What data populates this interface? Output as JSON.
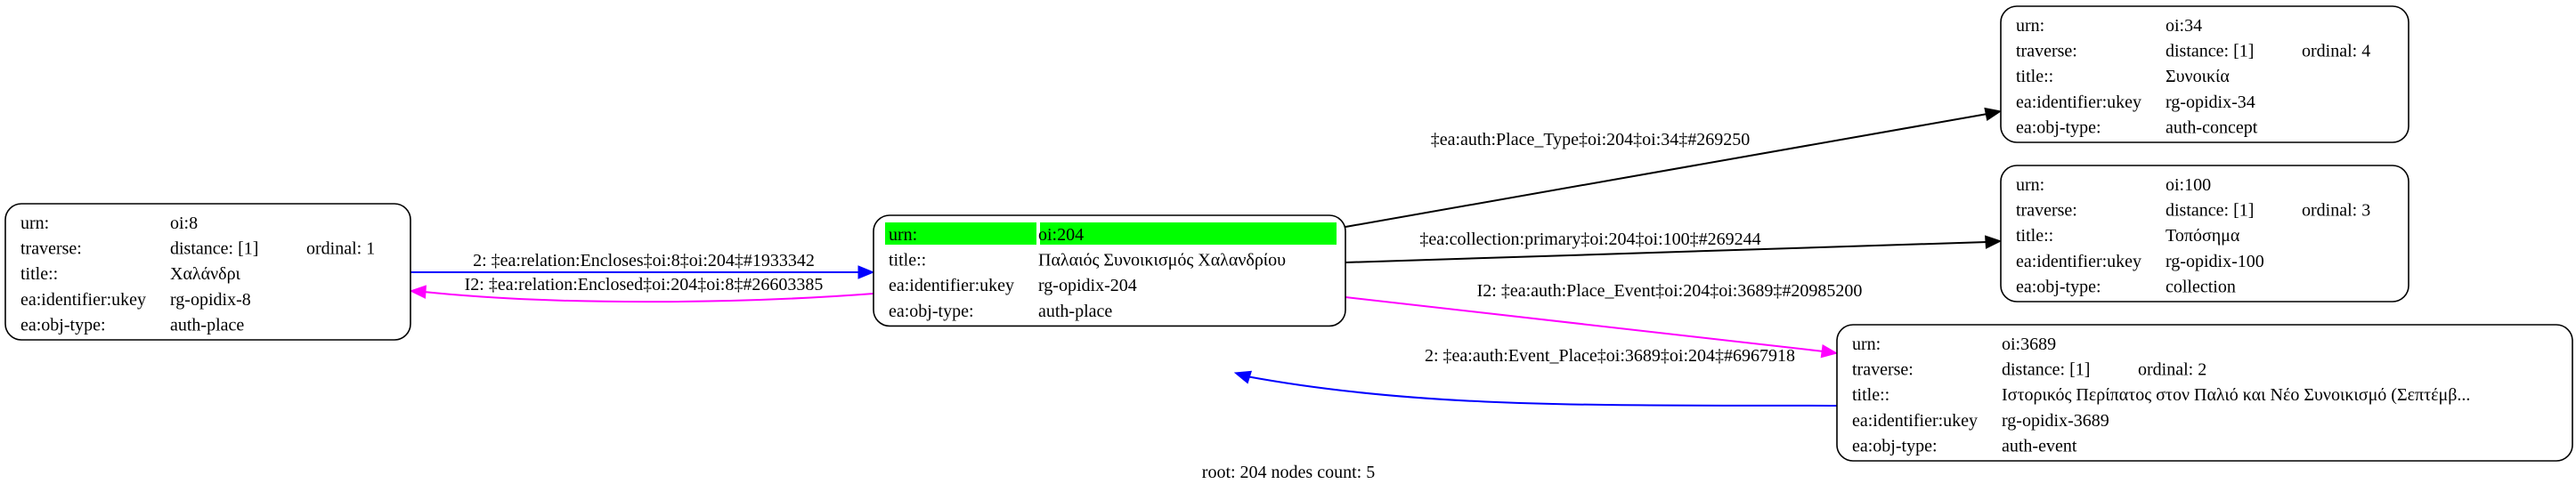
{
  "nodes": [
    {
      "id": "oi8",
      "highlight": false,
      "rows": [
        {
          "label": "urn:",
          "value": "oi:8"
        },
        {
          "label": "traverse:",
          "value": "distance: [1]",
          "extra": "ordinal: 1"
        },
        {
          "label": "title::",
          "value": "Χαλάνδρι"
        },
        {
          "label": "ea:identifier:ukey",
          "value": "rg-opidix-8"
        },
        {
          "label": "ea:obj-type:",
          "value": "auth-place"
        }
      ]
    },
    {
      "id": "oi204",
      "highlight": true,
      "highlight_color": "#00ff00",
      "rows": [
        {
          "label": "urn:",
          "value": "oi:204"
        },
        {
          "label": "title::",
          "value": "Παλαιός Συνοικισμός Χαλανδρίου"
        },
        {
          "label": "ea:identifier:ukey",
          "value": "rg-opidix-204"
        },
        {
          "label": "ea:obj-type:",
          "value": "auth-place"
        }
      ]
    },
    {
      "id": "oi34",
      "highlight": false,
      "rows": [
        {
          "label": "urn:",
          "value": "oi:34"
        },
        {
          "label": "traverse:",
          "value": "distance: [1]",
          "extra": "ordinal: 4"
        },
        {
          "label": "title::",
          "value": "Συνοικία"
        },
        {
          "label": "ea:identifier:ukey",
          "value": "rg-opidix-34"
        },
        {
          "label": "ea:obj-type:",
          "value": "auth-concept"
        }
      ]
    },
    {
      "id": "oi100",
      "highlight": false,
      "rows": [
        {
          "label": "urn:",
          "value": "oi:100"
        },
        {
          "label": "traverse:",
          "value": "distance: [1]",
          "extra": "ordinal: 3"
        },
        {
          "label": "title::",
          "value": "Τοπόσημα"
        },
        {
          "label": "ea:identifier:ukey",
          "value": "rg-opidix-100"
        },
        {
          "label": "ea:obj-type:",
          "value": "collection"
        }
      ]
    },
    {
      "id": "oi3689",
      "highlight": false,
      "rows": [
        {
          "label": "urn:",
          "value": "oi:3689"
        },
        {
          "label": "traverse:",
          "value": "distance: [1]",
          "extra": "ordinal: 2"
        },
        {
          "label": "title::",
          "value": "Ιστορικός Περίπατος στον Παλιό και Νέο Συνοικισμό (Σεπτέμβ..."
        },
        {
          "label": "ea:identifier:ukey",
          "value": "rg-opidix-3689"
        },
        {
          "label": "ea:obj-type:",
          "value": "auth-event"
        }
      ]
    }
  ],
  "edges": [
    {
      "label": "2: ‡ea:relation:Encloses‡oi:8‡oi:204‡#1933342",
      "color": "#0000ff"
    },
    {
      "label": "I2: ‡ea:relation:Enclosed‡oi:204‡oi:8‡#26603385",
      "color": "#ff00ff"
    },
    {
      "label": "‡ea:auth:Place_Type‡oi:204‡oi:34‡#269250",
      "color": "#000000"
    },
    {
      "label": "‡ea:collection:primary‡oi:204‡oi:100‡#269244",
      "color": "#000000"
    },
    {
      "label": "I2: ‡ea:auth:Place_Event‡oi:204‡oi:3689‡#20985200",
      "color": "#ff00ff"
    },
    {
      "label": "2: ‡ea:auth:Event_Place‡oi:3689‡oi:204‡#6967918",
      "color": "#0000ff"
    }
  ],
  "footer": "root: 204 nodes count: 5"
}
